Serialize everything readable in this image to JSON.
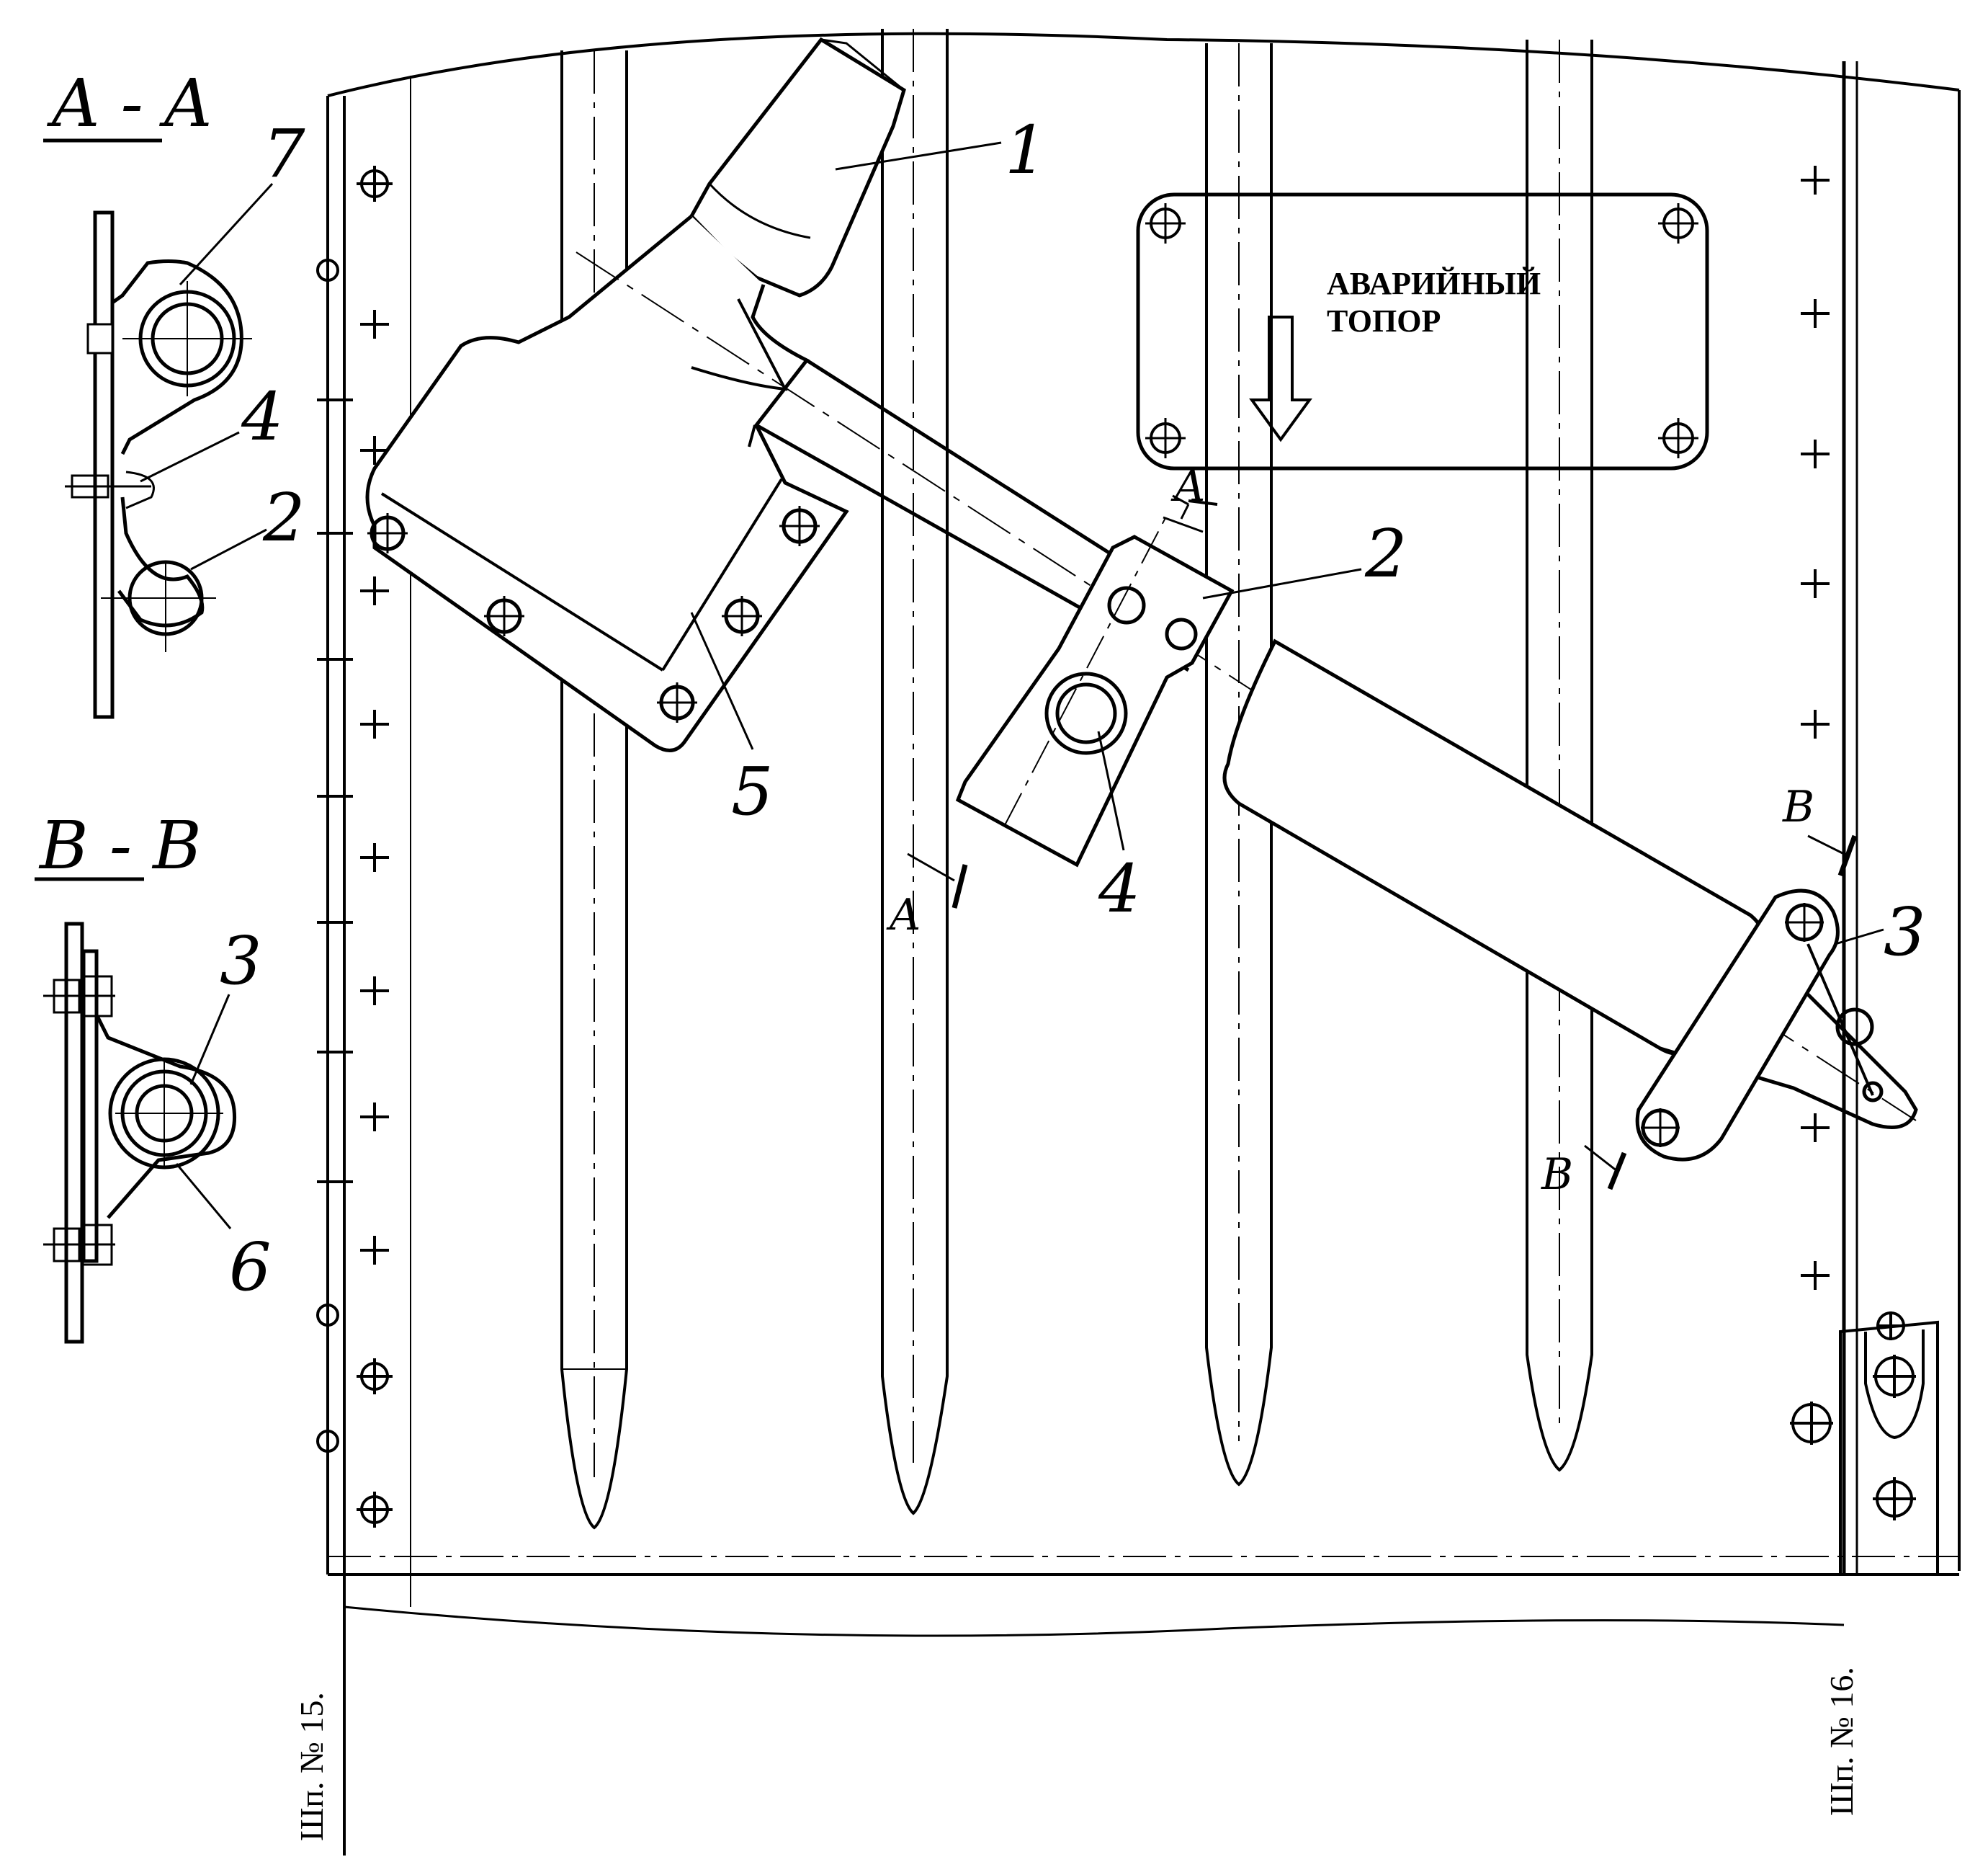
{
  "sections": {
    "aa_label": "A - A",
    "bb_label": "B - B"
  },
  "sign": {
    "line1": "АВАРИЙНЫЙ",
    "line2": "ТОПОР"
  },
  "frames": {
    "left": "Шп. № 15.",
    "right": "Шп. № 16."
  },
  "section_marks": {
    "a": "A",
    "b": "B"
  },
  "callouts": {
    "c1": "1",
    "c2": "2",
    "c3": "3",
    "c4": "4",
    "c5": "5",
    "c6": "6",
    "c7": "7"
  },
  "colors": {
    "ink": "#000000",
    "paper": "#ffffff"
  }
}
